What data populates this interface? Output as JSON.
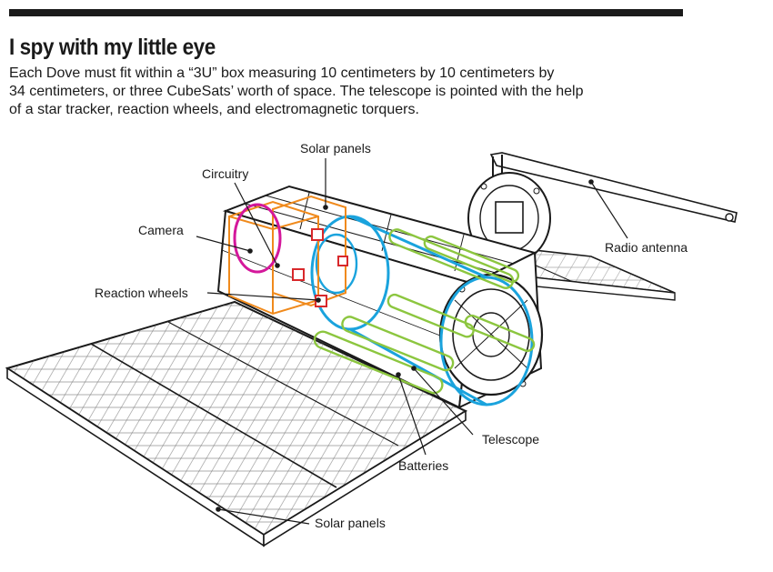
{
  "title": "I spy with my little eye",
  "caption": [
    "Each Dove must fit within a “3U” box measuring 10 centimeters by 10 centimeters by",
    "34 centimeters, or three CubeSats’ worth of space. The telescope is pointed with the help",
    "of a star tracker, reaction wheels, and electromagnetic torquers."
  ],
  "labels": {
    "solar_panels_top": "Solar panels",
    "circuitry": "Circuitry",
    "camera": "Camera",
    "reaction_wheels": "Reaction wheels",
    "radio_antenna": "Radio antenna",
    "telescope": "Telescope",
    "batteries": "Batteries",
    "solar_panels_bottom": "Solar panels"
  },
  "colors": {
    "ink": "#1a1a1a",
    "camera": "#d4189b",
    "circuitry": "#f08a1c",
    "reaction_wheels": "#d8282b",
    "telescope": "#1aa3dd",
    "batteries": "#8cc63f"
  }
}
